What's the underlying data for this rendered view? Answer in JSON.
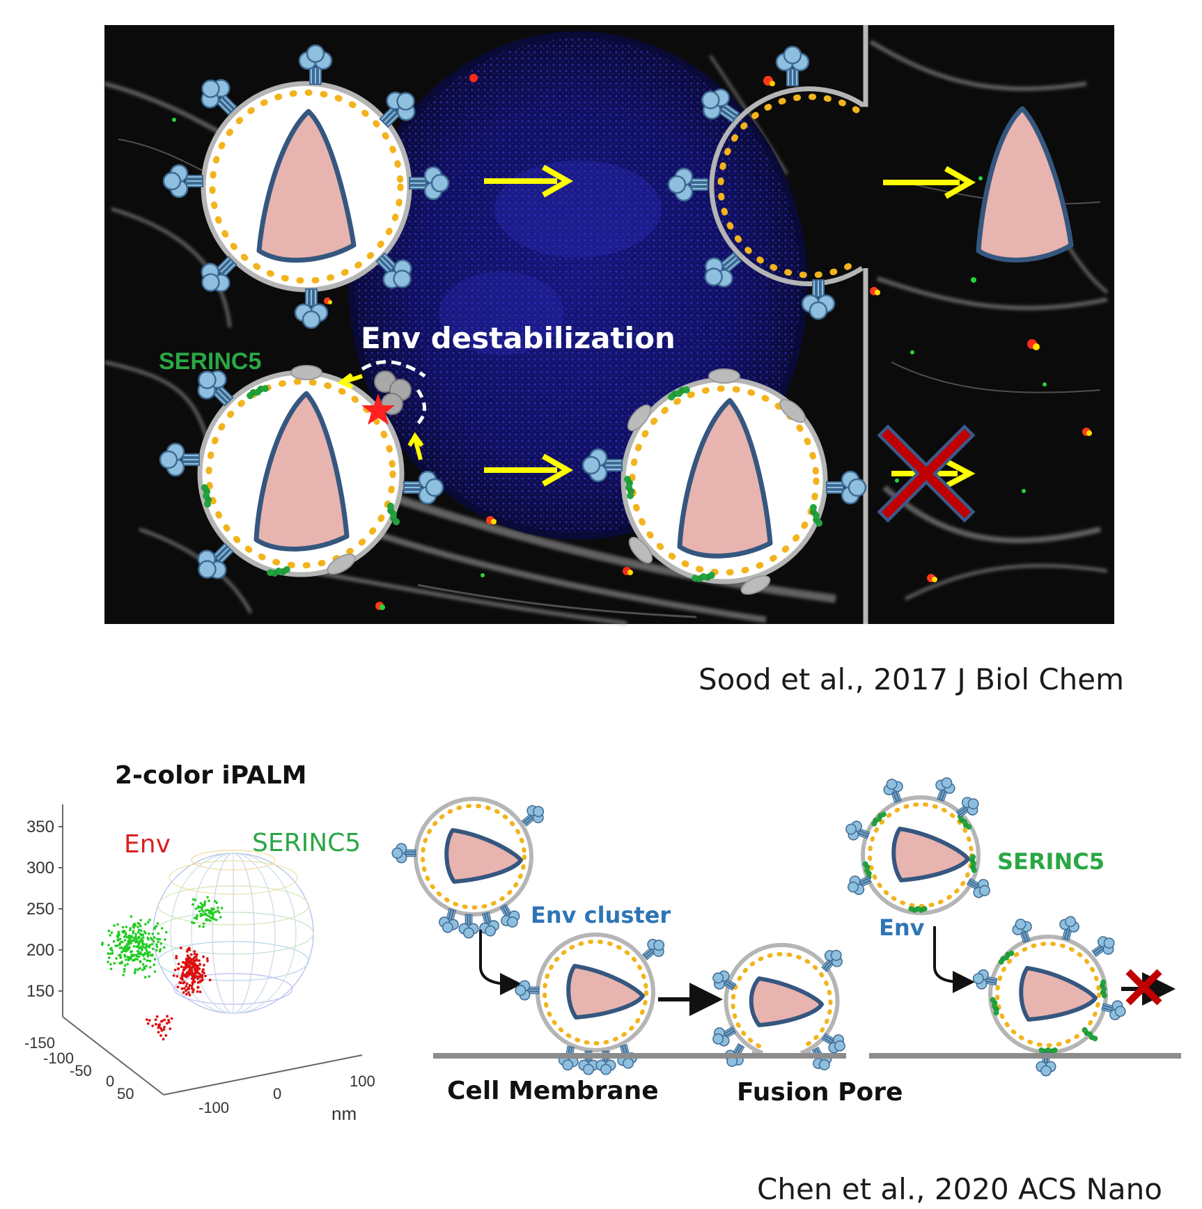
{
  "top_panel": {
    "label_env_destabilization": "Env destabilization",
    "label_serinc5": "SERINC5",
    "citation": "Sood et al., 2017 J Biol Chem"
  },
  "bottom_panel": {
    "ipalm_title": "2-color iPALM",
    "legend_env": "Env",
    "legend_serinc5": "SERINC5",
    "z_ticks": [
      "350",
      "300",
      "250",
      "200",
      "150"
    ],
    "y_ticks": [
      "-150",
      "-100",
      "-50",
      "0",
      "50"
    ],
    "x_ticks": [
      "-100",
      "0",
      "100"
    ],
    "x_axis_label": "nm",
    "label_env_cluster": "Env cluster",
    "label_cell_membrane": "Cell Membrane",
    "label_fusion_pore": "Fusion Pore",
    "label_serinc5": "SERINC5",
    "label_env": "Env",
    "citation": "Chen et al., 2020 ACS Nano"
  },
  "colors": {
    "env_red": "#d9201f",
    "serinc5_green": "#2aa745",
    "label_blue": "#2e75b6",
    "capsid_fill": "#e8b4b0",
    "capsid_stroke": "#35577f",
    "env_spike": "#8fbfdf",
    "matrix_dot": "#f2b31c",
    "arrow_yellow": "#ffff00",
    "cross_red": "#c00000",
    "nucleus_blue": "#1a1a8c"
  },
  "icons": [
    "virion-icon",
    "capsid-icon",
    "env-spike-icon",
    "serinc5-icon",
    "block-cross-icon",
    "arrow-icon",
    "star-icon"
  ]
}
